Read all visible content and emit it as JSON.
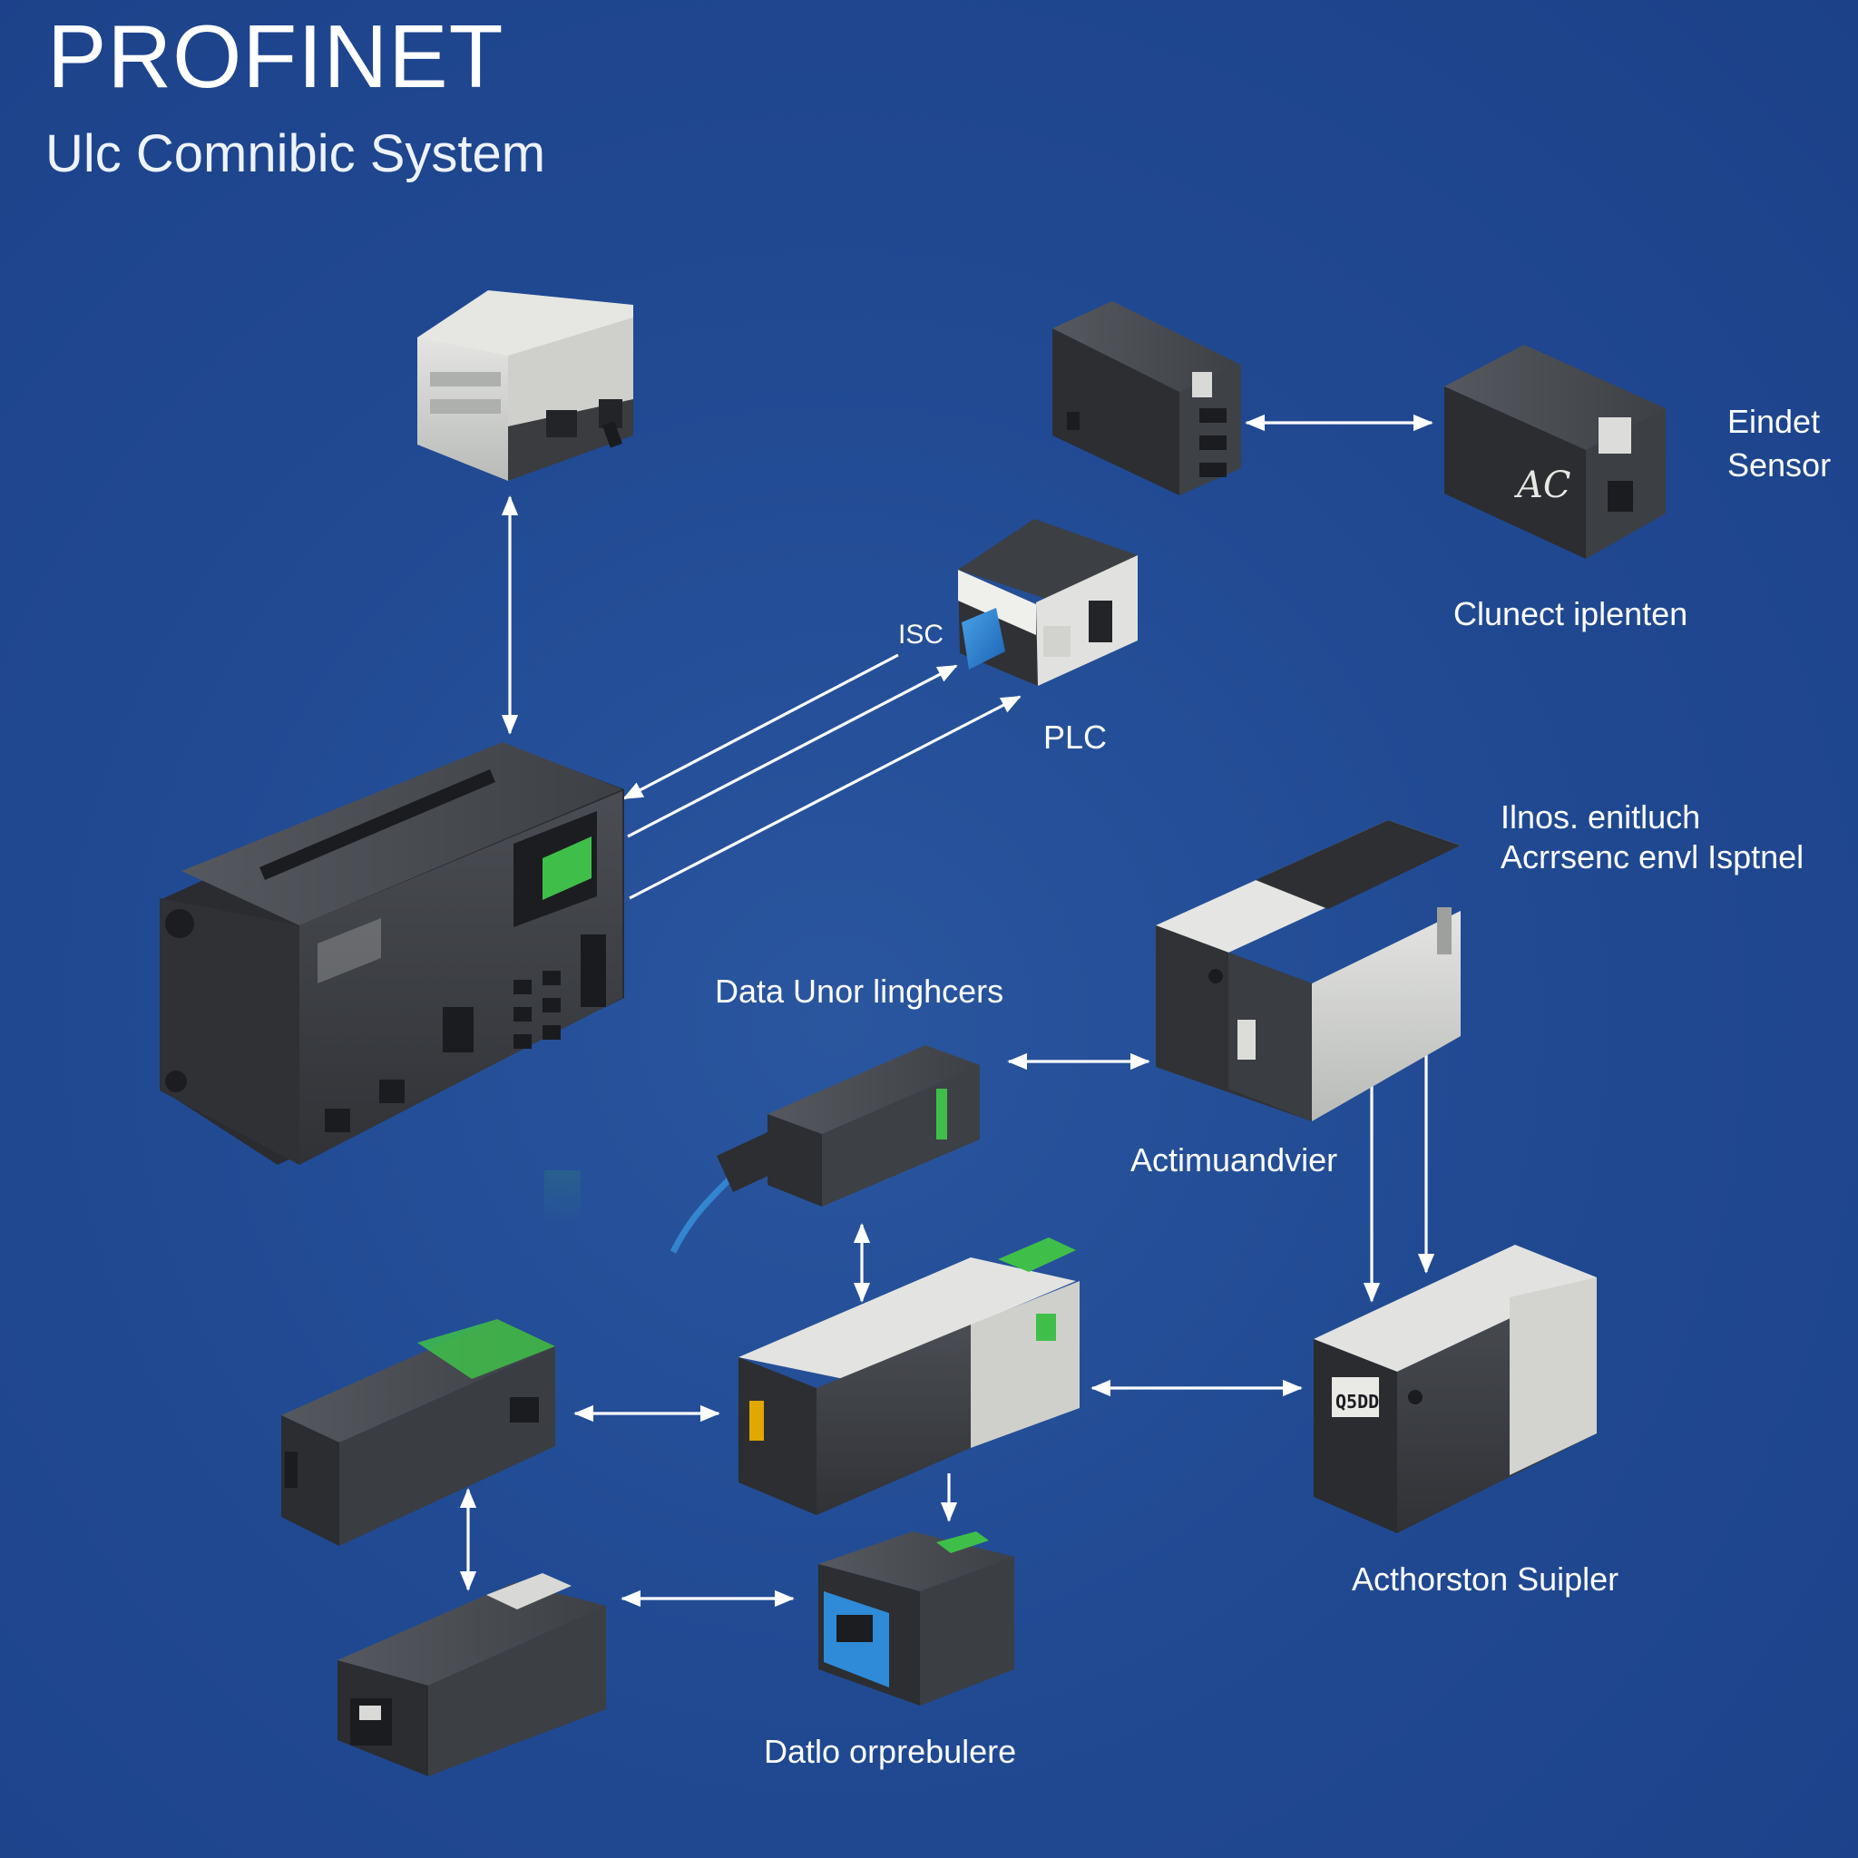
{
  "header": {
    "title": "PROFINET",
    "subtitle": "Ulc Comnibic System"
  },
  "labels": {
    "eindet_sensor_line1": "Eindet",
    "eindet_sensor_line2": "Sensor",
    "clunect_iplenten": "Clunect iplenten",
    "isc": "ISC",
    "plc": "PLC",
    "ilnos_line1": "Ilnos. enitluch",
    "ilnos_line2": "Acrrsenc envl Isptnel",
    "data_unor": "Data Unor linghcers",
    "actimuandvier": "Actimuandvier",
    "acthorston_suipler": "Acthorston Suipler",
    "datlo_orprebulere": "Datlo orprebulere"
  },
  "device_markings": {
    "io_module_tag": "Q5DD"
  },
  "colors": {
    "background": "#23498f",
    "device_dark": "#3b3e43",
    "device_light": "#d6d7d4",
    "accent_green": "#3fbf4a",
    "accent_blue": "#2f8bd8",
    "arrow": "#ffffff"
  }
}
